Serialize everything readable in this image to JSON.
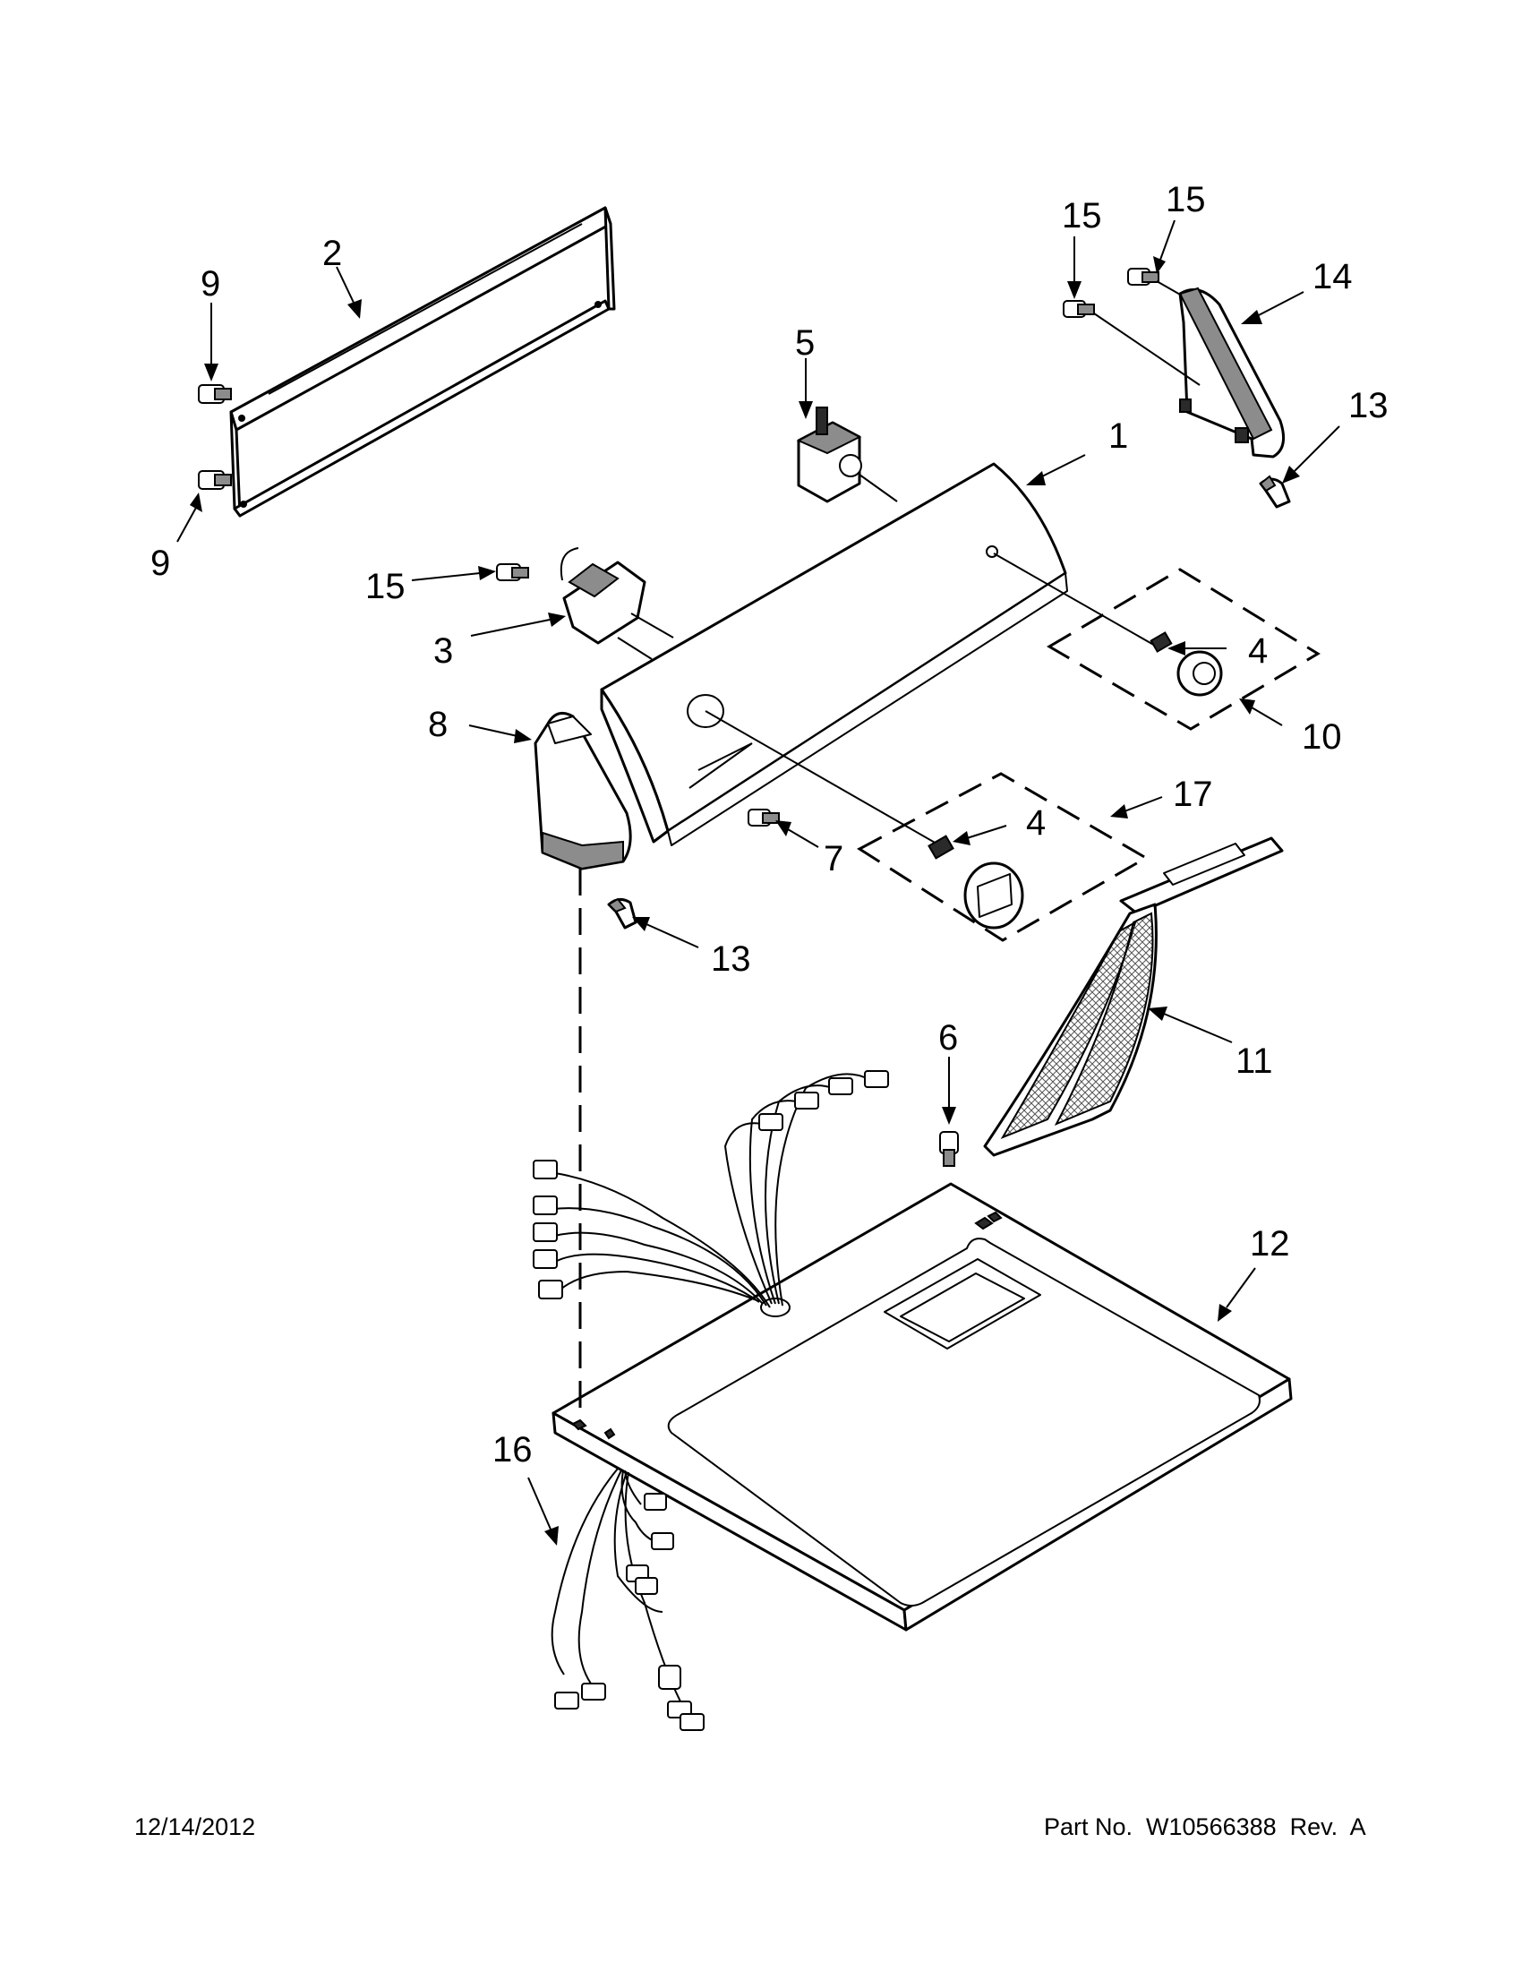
{
  "callouts": {
    "c1": "1",
    "c2": "2",
    "c3": "3",
    "c4a": "4",
    "c4b": "4",
    "c5": "5",
    "c6": "6",
    "c7": "7",
    "c8": "8",
    "c9a": "9",
    "c9b": "9",
    "c10": "10",
    "c11": "11",
    "c12": "12",
    "c13a": "13",
    "c13b": "13",
    "c14": "14",
    "c15a": "15",
    "c15b": "15",
    "c15c": "15",
    "c16": "16",
    "c17": "17"
  },
  "footer": {
    "date": "12/14/2012",
    "part_number": "Part No.  W10566388  Rev.  A"
  }
}
